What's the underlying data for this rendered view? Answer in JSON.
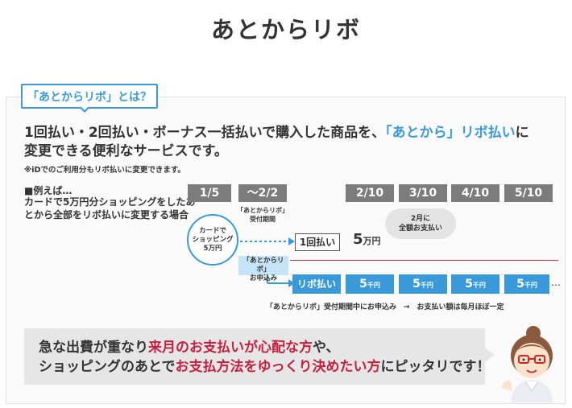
{
  "header": {
    "title": "あとからリボ"
  },
  "badge": {
    "label": "「あとからリボ」とは？"
  },
  "lead": {
    "line1_a": "1回払い・2回払い・ボーナス一括払いで購入した商品を、",
    "line1_hl": "「あとから」リボ払い",
    "line1_b": "に",
    "line2": "変更できる便利なサービスです。"
  },
  "note": "※iDでのご利用分もリボ払いに変更できます。",
  "example": {
    "heading": "■例えば…",
    "body": "カードで5万円分ショッピングをしたあとから全部をリボ払いに変更する場合"
  },
  "dates": [
    "1/5",
    "〜2/2",
    "2/10",
    "3/10",
    "4/10",
    "5/10"
  ],
  "period_label": {
    "line1": "「あとからリボ」",
    "line2": "受付期間"
  },
  "circle": {
    "line1": "カードで",
    "line2": "ショッピング",
    "line3": "5万円"
  },
  "apply_label": {
    "line1": "「あとからリボ」",
    "line2": "お申込み"
  },
  "once": {
    "label": "1回払い",
    "amount": "5",
    "unit": "万円"
  },
  "bubble": {
    "line1": "2月に",
    "line2": "全額お支払い"
  },
  "revo": {
    "label": "リボ払い",
    "payments": [
      {
        "amount": "5",
        "unit": "千円"
      },
      {
        "amount": "5",
        "unit": "千円"
      },
      {
        "amount": "5",
        "unit": "千円"
      },
      {
        "amount": "5",
        "unit": "千円"
      }
    ],
    "more": "…"
  },
  "flow_note": "「あとからリボ」受付期間中にお申込み　→　お支払い額は毎月ほぼ一定",
  "banner": {
    "l1_a": "急な出費が重なり",
    "l1_red": "来月のお支払いが心配な方",
    "l1_b": "や、",
    "l2_a": "ショッピングのあとで",
    "l2_red": "お支払方法をゆっくり決めたい方",
    "l2_b": "にピッタリです！"
  },
  "colors": {
    "accent": "#3a9ad9",
    "highlight_red": "#c4213f",
    "date_gray": "#7c7c7c",
    "banner_bg": "#e6e6e6"
  },
  "illustration": "woman-with-glasses-icon"
}
